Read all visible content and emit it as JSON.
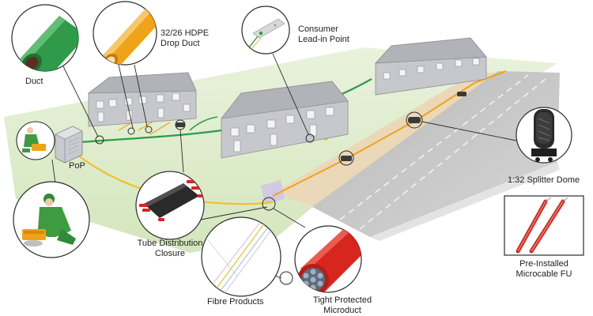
{
  "labels": {
    "duct": "Duct",
    "drop_duct_line1": "32/26 HDPE",
    "drop_duct_line2": "Drop Duct",
    "consumer_line1": "Consumer",
    "consumer_line2": "Lead-in Point",
    "pop": "PoP",
    "splitter_dome": "1:32 Splitter Dome",
    "tube_closure_line1": "Tube Distribution",
    "tube_closure_line2": "Closure",
    "fibre_products": "Fibre Products",
    "tight_line1": "Tight Protected",
    "tight_line2": "Microduct",
    "microcable_line1": "Pre-Installed",
    "microcable_line2": "Microcable FU"
  },
  "colors": {
    "background": "#ffffff",
    "grass": "#dcebc8",
    "road": "#c9c9c9",
    "verge": "#e9d7b8",
    "house_wall": "#c7c8cd",
    "house_roof": "#b2b3b8",
    "green_duct": "#2f9a4a",
    "orange_duct": "#f0a21a",
    "yellow_cable": "#f2c12e",
    "red_microduct": "#d6261d",
    "callout_border": "#2b2b2b"
  },
  "icons": [
    "duct-icon",
    "drop-duct-icon",
    "consumer-leadin-icon",
    "engineer-icon",
    "pop-cabinet-icon",
    "splitter-dome-icon",
    "tube-closure-icon",
    "fibre-products-icon",
    "microduct-icon",
    "microcable-icon",
    "house-icon"
  ]
}
